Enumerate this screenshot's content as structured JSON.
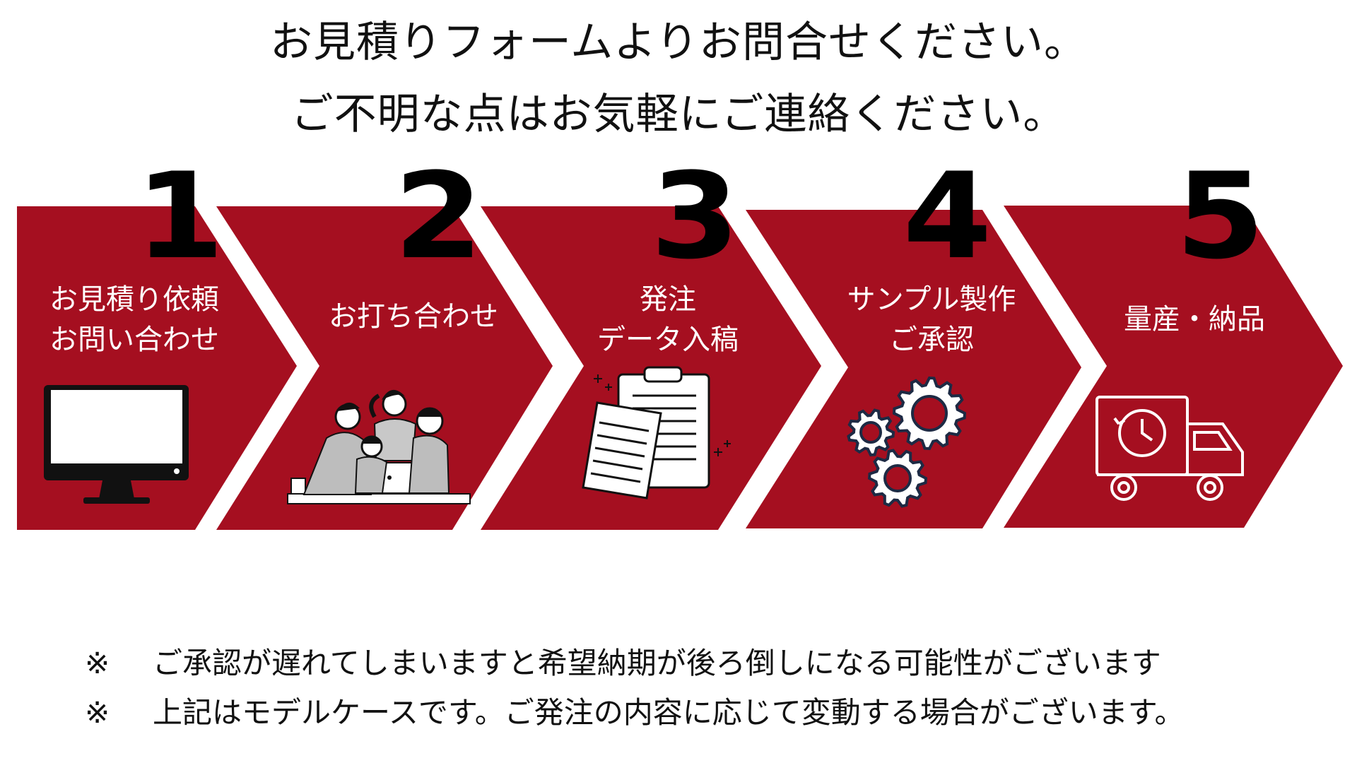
{
  "header": {
    "line1": "お見積りフォームよりお問合せください。",
    "line2": "ご不明な点はお気軽にご連絡ください。"
  },
  "colors": {
    "accent": "#a50f20",
    "number": "#000000",
    "text_on_accent": "#ffffff",
    "icon_fill": "#ffffff",
    "icon_dark": "#111111",
    "icon_gear_outline": "#1d2a44"
  },
  "steps": [
    {
      "number": "1",
      "lines": [
        "お見積り依頼",
        "お問い合わせ"
      ],
      "icon": "monitor-icon"
    },
    {
      "number": "2",
      "lines": [
        "お打ち合わせ"
      ],
      "icon": "team-meeting-icon"
    },
    {
      "number": "3",
      "lines": [
        "発注",
        "データ入稿"
      ],
      "icon": "clipboard-document-icon"
    },
    {
      "number": "4",
      "lines": [
        "サンプル製作",
        "ご承認"
      ],
      "icon": "gears-icon"
    },
    {
      "number": "5",
      "lines": [
        "量産・納品"
      ],
      "icon": "delivery-truck-icon"
    }
  ],
  "notes": [
    {
      "mark": "※",
      "text": "ご承認が遅れてしまいますと希望納期が後ろ倒しになる可能性がございます"
    },
    {
      "mark": "※",
      "text": "上記はモデルケースです。ご発注の内容に応じて変動する場合がございます。"
    }
  ]
}
